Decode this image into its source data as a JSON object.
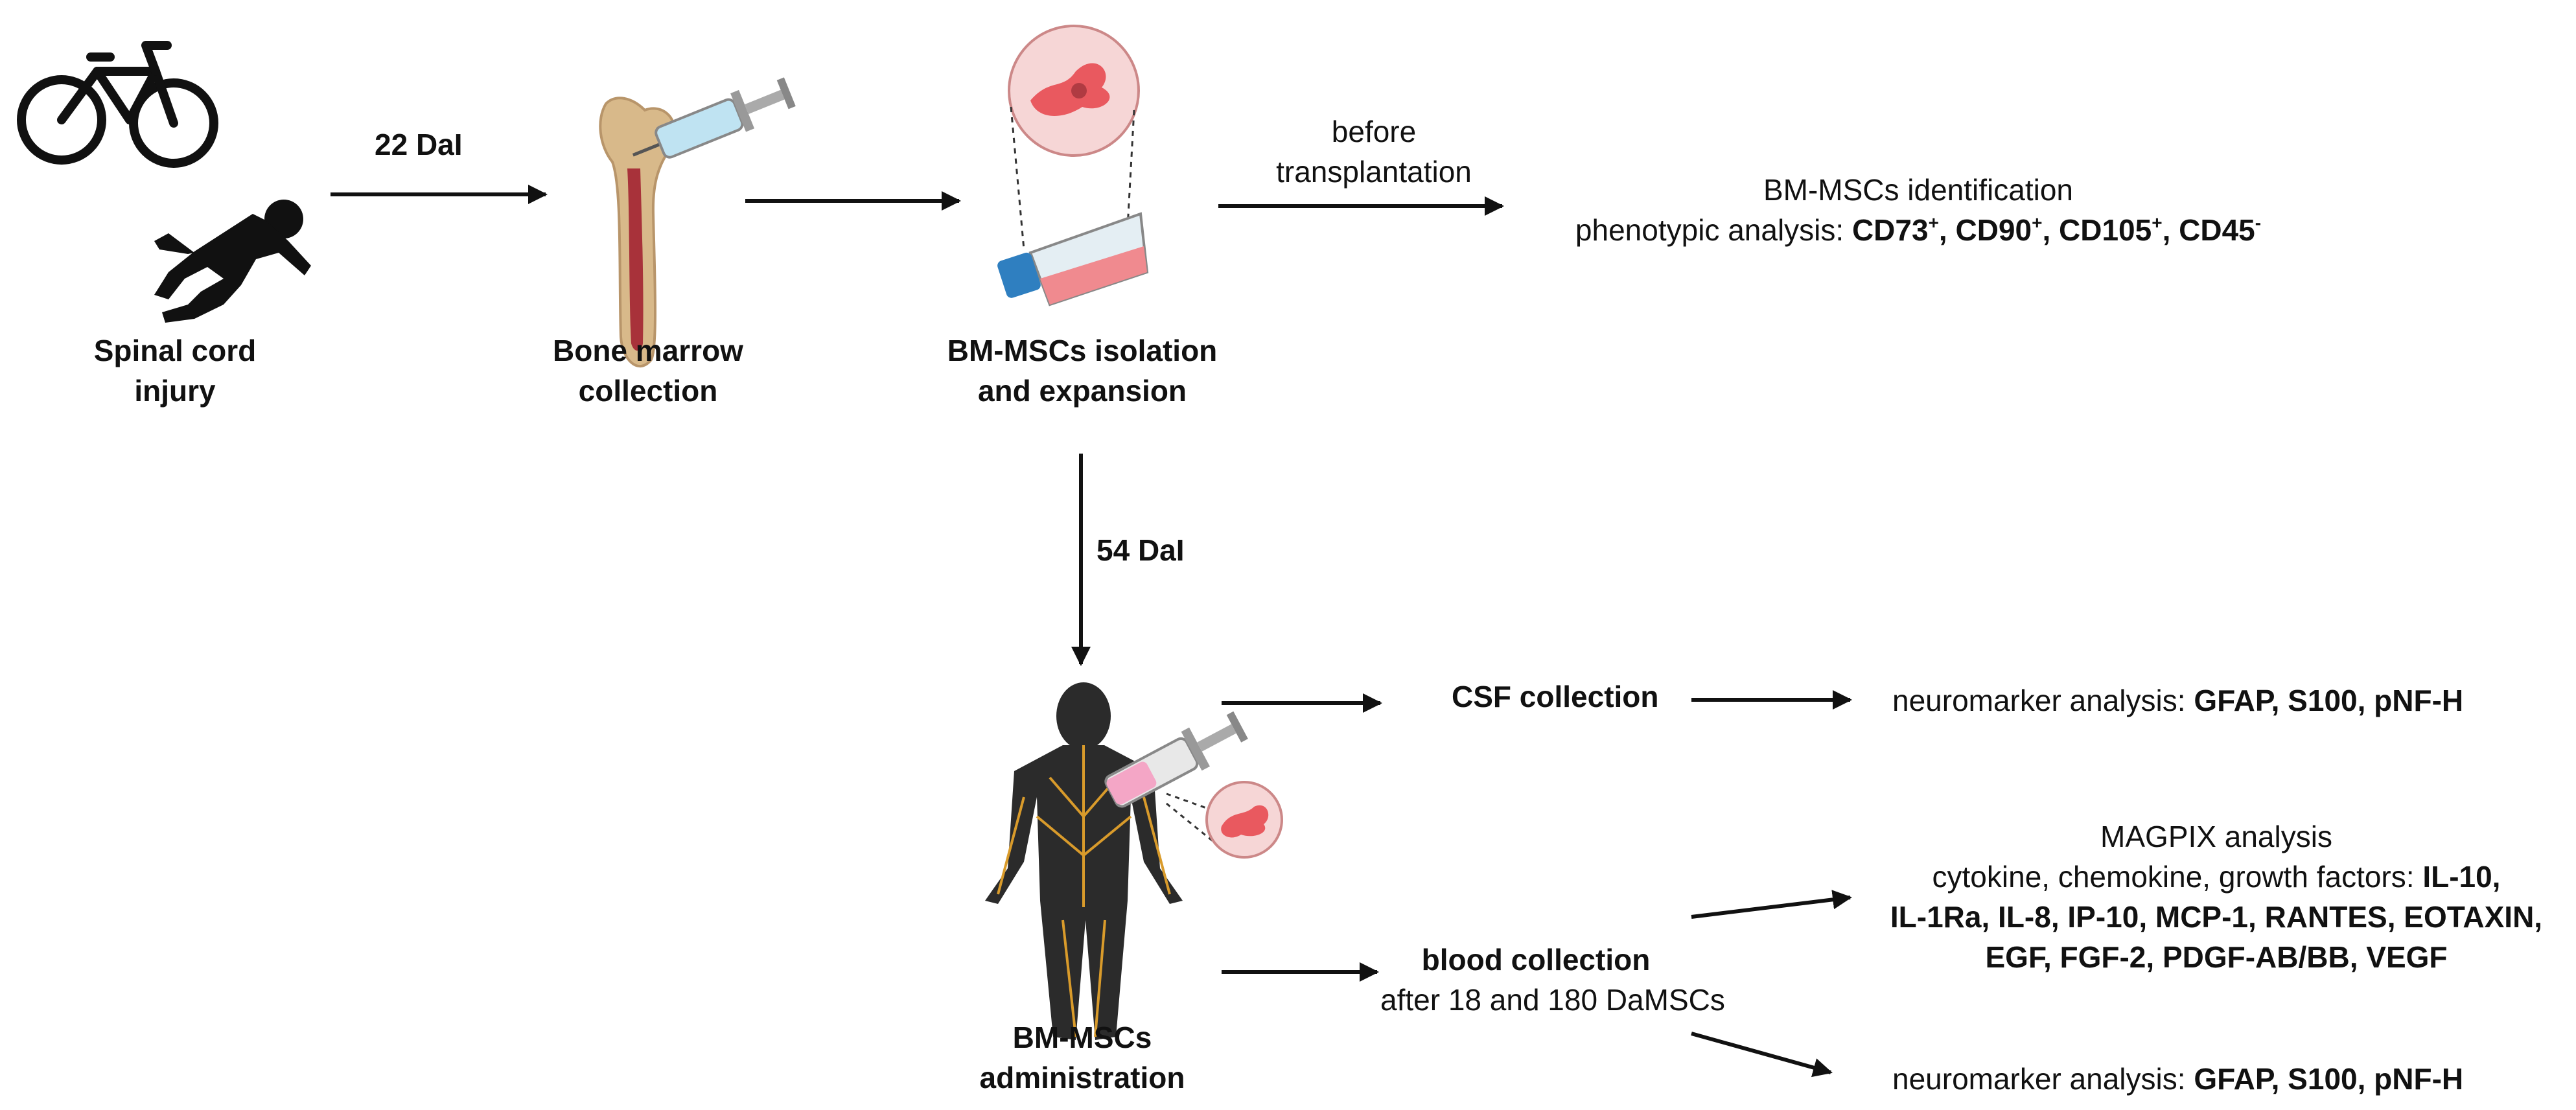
{
  "steps": {
    "injury": [
      "Spinal cord",
      "injury"
    ],
    "bone_marrow": [
      "Bone marrow",
      "collection"
    ],
    "isolation": [
      "BM-MSCs isolation",
      "and expansion"
    ],
    "administration": [
      "BM-MSCs",
      "administration"
    ]
  },
  "arrows": {
    "dai_22": "22 DaI",
    "dai_54": "54 DaI",
    "before_tx": [
      "before",
      "transplantation"
    ]
  },
  "identification": {
    "title": "BM-MSCs identification",
    "prefix": "phenotypic analysis: ",
    "markers": [
      {
        "name": "CD73",
        "sup": "+",
        "sep": ", "
      },
      {
        "name": "CD90",
        "sup": "+",
        "sep": ", "
      },
      {
        "name": "CD105",
        "sup": "+",
        "sep": ", "
      },
      {
        "name": "CD45",
        "sup": "-",
        "sep": ""
      }
    ]
  },
  "csf": {
    "label": "CSF collection",
    "analysis_prefix": "neuromarker analysis: ",
    "analysis_markers": "GFAP, S100, pNF-H"
  },
  "blood": {
    "label": "blood collection",
    "timing": "after 18 and 180 DaMSCs",
    "magpix_title": "MAGPIX analysis",
    "magpix_prefix": "cytokine, chemokine, growth factors: ",
    "magpix_lines": [
      "IL-10,",
      "IL-1Ra, IL-8, IP-10, MCP-1, RANTES, EOTAXIN,",
      "EGF, FGF-2, PDGF-AB/BB, VEGF"
    ],
    "neuro_prefix": "neuromarker analysis: ",
    "neuro_markers": "GFAP, S100, pNF-H"
  },
  "colors": {
    "bone": "#d8b98a",
    "marrow": "#a8323a",
    "cell": "#e9595f",
    "cell_bg": "#f6d6d6",
    "syringe": "#bfe3f2",
    "syringe_pink": "#f4a6c6",
    "nerves": "#d99b2b",
    "body": "#2b2b2b",
    "flask_cap": "#2f7fc0"
  }
}
